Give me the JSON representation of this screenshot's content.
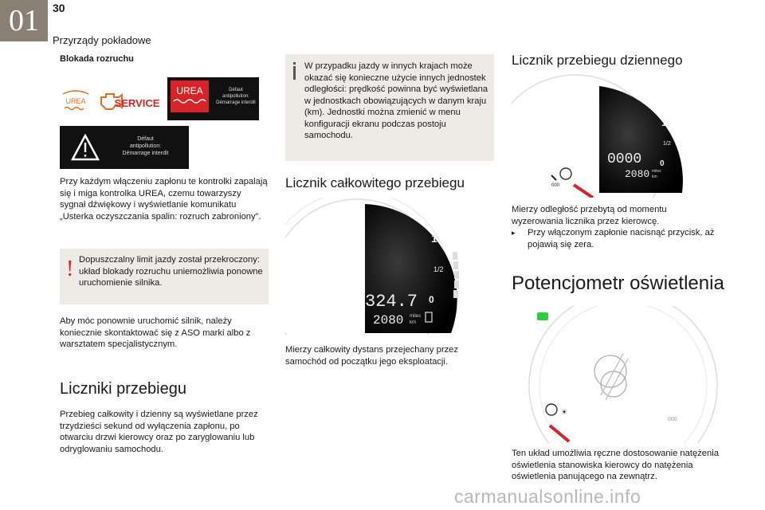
{
  "header": {
    "chapter": "01",
    "page": "30",
    "chapter_title": "Przyrządy pokładowe"
  },
  "col1": {
    "subheading": "Blokada rozruchu",
    "warning_images": {
      "urea_label": "UREA",
      "service_label": "SERVICE",
      "urea_box_label": "UREA",
      "lamp_text_1": [
        "Défaut",
        "antipollution:",
        "Démarrage interdit"
      ],
      "lamp_text_2": [
        "Défaut",
        "antipollution:",
        "Démarrage interdit"
      ]
    },
    "para1": "Przy każdym włączeniu zapłonu te kontrolki zapalają się i miga kontrolka UREA, czemu towarzyszy sygnał dźwiękowy i wyświetlanie komunikatu „Usterka oczyszczania spalin: rozruch zabroniony”.",
    "note": "Dopuszczalny limit jazdy został przekroczony: układ blokady rozruchu uniemożliwia ponowne uruchomienie silnika.",
    "para2": "Aby móc ponownie uruchomić silnik, należy koniecznie skontaktować się z ASO marki albo z warsztatem specjalistycznym.",
    "heading": "Liczniki przebiegu",
    "para3": "Przebieg całkowity i dzienny są wyświetlane przez trzydzieści sekund od wyłączenia zapłonu, po otwarciu drzwi kierowcy oraz po zaryglowaniu lub odryglowaniu samochodu."
  },
  "col2": {
    "info_note": "W przypadku jazdy w innych krajach może okazać się konieczne użycie innych jednostek odległości: prędkość powinna być wyświetlana w jednostkach obowiązujących w danym kraju (km). Jednostki można zmienić w menu konfiguracji ekranu podczas postoju samochodu.",
    "heading": "Licznik całkowitego przebiegu",
    "gauge": {
      "trip": "324.7",
      "odo": "2080",
      "unit_top": "miles",
      "unit_bottom": "km",
      "mark_full": "1",
      "mark_half": "1/2",
      "mark_empty": "0"
    },
    "para": "Mierzy całkowity dystans przejechany przez samochód od początku jego eksploatacji."
  },
  "col3": {
    "heading1": "Licznik przebiegu dziennego",
    "gauge": {
      "trip": "0000",
      "odo": "2080",
      "unit_top": "miles",
      "unit_bottom": "km",
      "reset_label": "000",
      "mark_full": "1",
      "mark_half": "1/2",
      "mark_empty": "0"
    },
    "para1": "Mierzy odległość przebytą od momentu wyzerowania licznika przez kierowcę.",
    "bullet": "Przy włączonym zapłonie nacisnąć przycisk, aż pojawią się zera.",
    "heading2": "Potencjometr oświetlenia",
    "dial_label": "000",
    "para2": "Ten układ umożliwia ręczne dostosowanie natężenia oświetlenia stanowiska kierowcy do natężenia oświetlenia panującego na zewnątrz."
  },
  "watermark": "carmanualsonline.info",
  "colors": {
    "chapter_box": "#8a7f73",
    "note_bg": "#eeebe6",
    "warning_red": "#d8232a",
    "accent_green": "#2ecc40"
  }
}
